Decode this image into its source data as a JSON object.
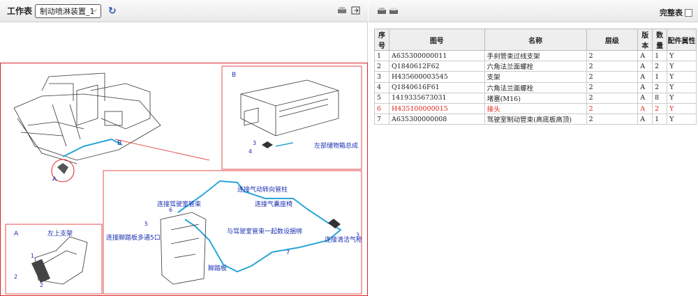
{
  "left_toolbar": {
    "title": "工作表",
    "sheet_value": "制动喷淋装置_1"
  },
  "right_toolbar": {
    "complete_label": "完整表"
  },
  "table": {
    "headers": [
      "序号",
      "图号",
      "名称",
      "层级",
      "版本",
      "数量",
      "配件属性"
    ],
    "rows": [
      {
        "seq": "1",
        "no": "A635300000011",
        "name": "手刹管束过线支架",
        "level": "2",
        "ver": "A",
        "qty": "1",
        "attr": "Y"
      },
      {
        "seq": "2",
        "no": "Q1840612F62",
        "name": "六角法兰面螺栓",
        "level": "2",
        "ver": "A",
        "qty": "2",
        "attr": "Y"
      },
      {
        "seq": "3",
        "no": "H435600003545",
        "name": "支架",
        "level": "2",
        "ver": "A",
        "qty": "1",
        "attr": "Y"
      },
      {
        "seq": "4",
        "no": "Q1840616F61",
        "name": "六角法兰面螺栓",
        "level": "2",
        "ver": "A",
        "qty": "2",
        "attr": "Y"
      },
      {
        "seq": "5",
        "no": "1419335673031",
        "name": "堵塞(M16)",
        "level": "2",
        "ver": "A",
        "qty": "8",
        "attr": "Y"
      },
      {
        "seq": "6",
        "no": "H435100000015",
        "name": "接头",
        "level": "2",
        "ver": "A",
        "qty": "2",
        "attr": "Y",
        "highlight": true
      },
      {
        "seq": "7",
        "no": "A635300000008",
        "name": "驾驶室制动管束(高底板高顶)",
        "level": "2",
        "ver": "A",
        "qty": "1",
        "attr": "Y"
      }
    ]
  },
  "drawing": {
    "detail_b_title": "B",
    "detail_b_label": "左部储物箱总成",
    "marker_a": "A",
    "marker_b": "B",
    "detail_a_title": "A",
    "detail_a_label": "左上支架",
    "callouts": {
      "c1": "1",
      "c2a": "2",
      "c2b": "2",
      "c3a": "3",
      "c3b": "3",
      "c4": "4",
      "c5": "5",
      "c6": "6",
      "c7": "7"
    },
    "notes": {
      "steering": "连接气动转向管柱",
      "cab_harness": "连接驾驶室管束",
      "airbag_seat": "连接气囊座椅",
      "tie": "与驾驶室管束一起数设捆绑",
      "pedal_port": "连接脚踏板多通5口",
      "clean_gun": "连接清洁气枪",
      "pedal": "脚踏板"
    }
  }
}
